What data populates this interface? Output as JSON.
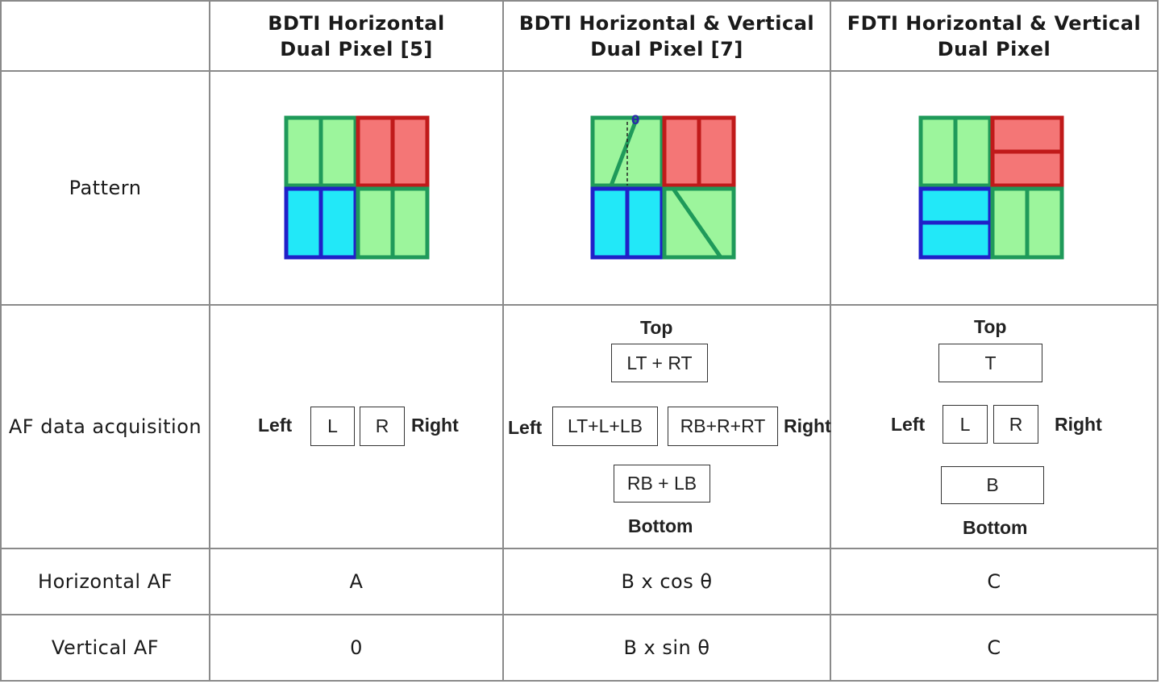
{
  "headers": {
    "col1": "BDTI Horizontal\nDual Pixel [5]",
    "col2": "BDTI Horizontal & Vertical\nDual Pixel [7]",
    "col3": "FDTI Horizontal & Vertical\nDual Pixel"
  },
  "rows": {
    "pattern": "Pattern",
    "af_data": "AF data acquisition",
    "horizontal_af": "Horizontal AF",
    "vertical_af": "Vertical AF"
  },
  "pattern_symbol": "θ",
  "col1_af": {
    "left": "Left",
    "right": "Right",
    "box_l": "L",
    "box_r": "R"
  },
  "col2_af": {
    "top": "Top",
    "bottom": "Bottom",
    "left": "Left",
    "right": "Right",
    "box_top": "LT + RT",
    "box_left": "LT+L+LB",
    "box_right": "RB+R+RT",
    "box_bottom": "RB + LB"
  },
  "col3_af": {
    "top": "Top",
    "bottom": "Bottom",
    "left": "Left",
    "right": "Right",
    "box_top": "T",
    "box_l": "L",
    "box_r": "R",
    "box_bottom": "B"
  },
  "horizontal_af": {
    "col1": "A",
    "col2": "B x cos θ",
    "col3": "C"
  },
  "vertical_af": {
    "col1": "0",
    "col2": "B x sin θ",
    "col3": "C"
  },
  "colors": {
    "green_fill": "#9cf59c",
    "green_border": "#1f9a5a",
    "red_fill": "#f47676",
    "red_border": "#c01a1a",
    "cyan_fill": "#22e8f8",
    "blue_border": "#2020c8",
    "grid": "#8a8a8a"
  }
}
